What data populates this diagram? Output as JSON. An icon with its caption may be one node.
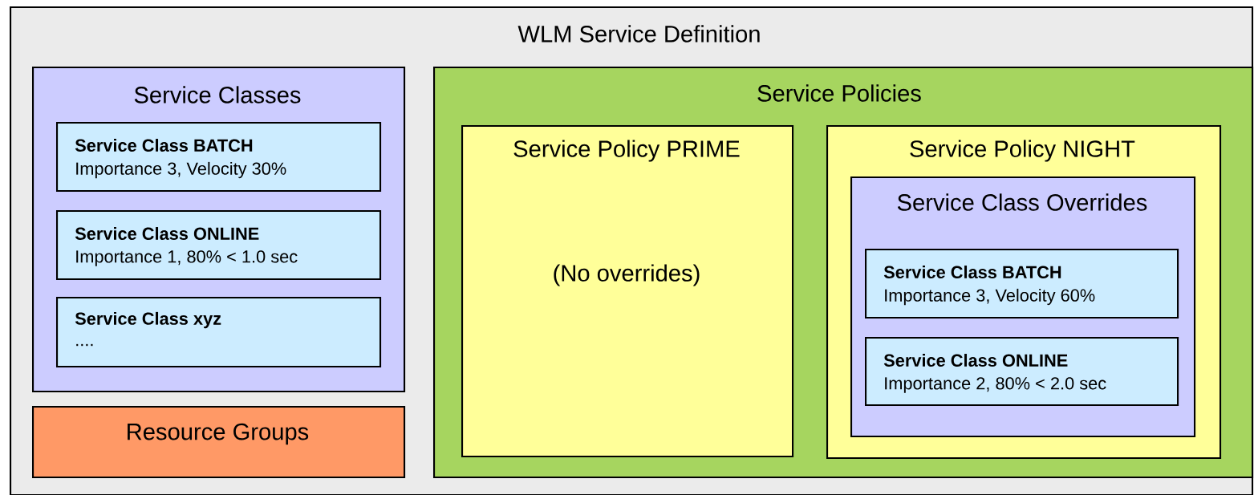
{
  "diagram": {
    "nodes": [
      {
        "text": [
          "WLM Service Definition"
        ]
      },
      {
        "text": [
          "Service Classes"
        ],
        "in": 0
      },
      {
        "text": [
          "Service Class BATCH",
          "Importance 3, Velocity 30%"
        ],
        "in": 1
      },
      {
        "text": [
          "Service Class ONLINE",
          "Importance 1, 80% < 1.0 sec"
        ],
        "in": 1
      },
      {
        "text": [
          "Service Class xyz",
          "...."
        ],
        "in": 1
      },
      {
        "text": [
          "Resource Groups"
        ],
        "in": 0
      },
      {
        "text": [
          "Service Policies"
        ],
        "in": 0
      },
      {
        "text": [
          "Service Policy PRIME",
          "(No overrides)"
        ],
        "in": 6
      },
      {
        "text": [
          "Service Policy NIGHT"
        ],
        "in": 6
      },
      {
        "text": [
          "Service Class Overrides"
        ],
        "in": 8
      },
      {
        "text": [
          "Service Class BATCH",
          "Importance 3, Velocity 60%"
        ],
        "in": 9
      },
      {
        "text": [
          "Service Class ONLINE",
          "Importance 2, 80% < 2.0 sec"
        ],
        "in": 9
      }
    ]
  }
}
